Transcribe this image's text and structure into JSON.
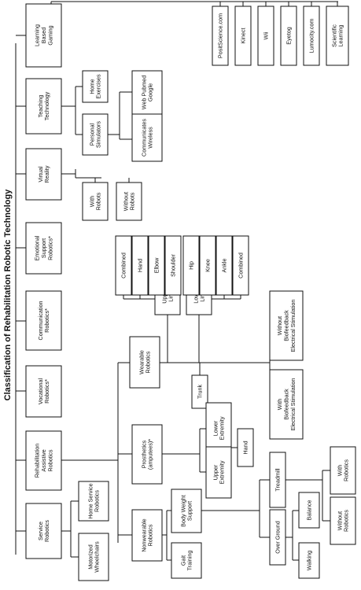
{
  "diagram": {
    "title": "Classification of Rehabilitation Robotic Technology",
    "nodes": {
      "learning_based_gaming": [
        "Learning",
        "Based",
        "Gaming"
      ],
      "positscience": [
        "PositScience.com"
      ],
      "kinect": [
        "Kinect"
      ],
      "wii": [
        "Wii"
      ],
      "eyetog": [
        "Eyetog"
      ],
      "lumocity": [
        "Lumocity.com"
      ],
      "scientific_learning": [
        "Scientific",
        "Learning"
      ],
      "teaching_technology": [
        "Teaching",
        "Technology"
      ],
      "home_exercises": [
        "Home",
        "Exercises"
      ],
      "personal_simulators": [
        "Personal",
        "Simulators"
      ],
      "web_pubmed_google": [
        "Web Pubmed",
        "Google"
      ],
      "communicates_wireless": [
        "Communicates",
        "Wireless"
      ],
      "virtual_reality": [
        "Virtual",
        "Reality"
      ],
      "with_robots_vr": [
        "With",
        "Robots"
      ],
      "without_robots_vr": [
        "Without",
        "Robots"
      ],
      "emotional_support": [
        "Emotional",
        "Support",
        "Robotics*"
      ],
      "communication_robotics": [
        "Communication",
        "Robotics*"
      ],
      "vocational_robotics": [
        "Vocational",
        "Robotics*"
      ],
      "rehab_assistive": [
        "Rehabilitation",
        "Assistive",
        "Robotics"
      ],
      "service_robotics": [
        "Service",
        "Robotics"
      ],
      "home_service_robotics": [
        "Home Service",
        "Robotics"
      ],
      "motorized_wheelchairs": [
        "Motorized",
        "Wheelchairs"
      ],
      "wearable_robotics": [
        "Wearable",
        "Robotics"
      ],
      "upper_limb": [
        "Upper",
        "Limb"
      ],
      "lower_limb": [
        "Lower",
        "Limb"
      ],
      "ul_combined": [
        "Combined"
      ],
      "ul_hand": [
        "Hand"
      ],
      "ul_elbow": [
        "Elbow"
      ],
      "ul_shoulder": [
        "Shoulder"
      ],
      "ll_hip": [
        "Hip"
      ],
      "ll_knee": [
        "Knee"
      ],
      "ll_ankle": [
        "Ankle"
      ],
      "ll_combined": [
        "Combined"
      ],
      "trunk": [
        "Trunk"
      ],
      "without_biofeedback": [
        "Without",
        "Biofeedback",
        "Electrical Stimulation"
      ],
      "with_biofeedback": [
        "With",
        "Biofeedback",
        "Electrical Stimulation"
      ],
      "prosthetics": [
        "Prosthetics",
        "(amputees)*"
      ],
      "lower_extremity": [
        "Lower",
        "Extremity"
      ],
      "upper_extremity": [
        "Upper",
        "Extremity"
      ],
      "hand_prosthetic": [
        "Hand"
      ],
      "nonwearable_robotics": [
        "Nonwearable",
        "Robotics"
      ],
      "body_weight_support": [
        "Body Weight",
        "Support"
      ],
      "gait_training": [
        "Gait",
        "Training"
      ],
      "treadmill": [
        "Treadmill"
      ],
      "over_ground": [
        "Over Ground"
      ],
      "balance": [
        "Balance"
      ],
      "walking": [
        "Walking"
      ],
      "with_robotics_tm": [
        "With",
        "Robotics"
      ],
      "without_robotics_tm": [
        "Without",
        "Robotics"
      ]
    }
  }
}
